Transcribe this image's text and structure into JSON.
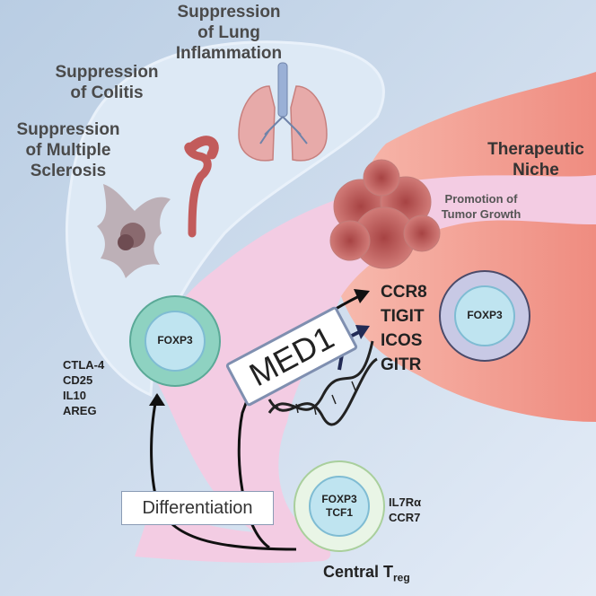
{
  "title": {
    "lung_line1": "Suppression",
    "lung_line2": "of Lung",
    "lung_line3": "Inflammation",
    "colitis_line1": "Suppression",
    "colitis_line2": "of Colitis",
    "ms_line1": "Suppression",
    "ms_line2": "of Multiple",
    "ms_line3": "Sclerosis",
    "niche_line1": "Therapeutic",
    "niche_line2": "Niche",
    "tumor_line1": "Promotion of",
    "tumor_line2": "Tumor Growth"
  },
  "cells": {
    "effector_treg": "FOXP3",
    "tumor_treg": "FOXP3",
    "central_line1": "FOXP3",
    "central_line2": "TCF1"
  },
  "markers": {
    "effector": [
      "CTLA-4",
      "CD25",
      "IL10",
      "AREG"
    ],
    "tumor": [
      "CCR8",
      "TIGIT",
      "ICOS",
      "GITR"
    ],
    "central": [
      "IL7Rα",
      "CCR7"
    ]
  },
  "labels": {
    "differentiation": "Differentiation",
    "med1": "MED1",
    "central_treg_main": "Central T",
    "central_treg_sub": "reg"
  }
}
